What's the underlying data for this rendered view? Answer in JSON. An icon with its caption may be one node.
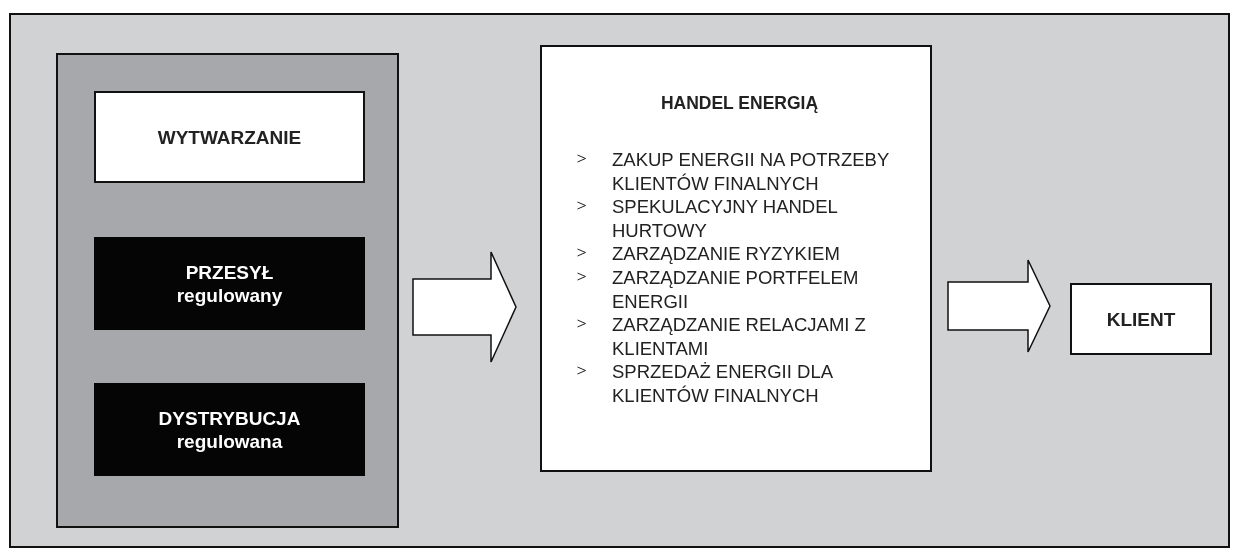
{
  "diagram": {
    "nodes": [
      {
        "text": [],
        "shape": "box"
      },
      {
        "text": [],
        "shape": "box",
        "in": 0
      },
      {
        "text": [
          "WYTWARZANIE"
        ],
        "in": 1
      },
      {
        "text": [
          "PRZESYŁ",
          "regulowany"
        ],
        "in": 1
      },
      {
        "text": [
          "DYSTRYBUCJA",
          "regulowana"
        ],
        "in": 1
      },
      {
        "text": [
          "HANDEL ENERGIĄ",
          "ZAKUP ENERGII NA POTRZEBY KLIENTÓW FINALNYCH",
          "SPEKULACYJNY HANDEL HURTOWY",
          "ZARZĄDZANIE RYZYKIEM",
          "ZARZĄDZANIE PORTFELEM ENERGII",
          "ZARZĄDZANIE RELACJAMI Z KLIENTAMI",
          "SPRZEDAŻ ENERGII DLA KLIENTÓW FINALNYCH"
        ],
        "in": 0
      },
      {
        "text": [
          "KLIENT"
        ],
        "in": 0
      }
    ],
    "edges": [
      {
        "from": 1,
        "to": 5,
        "arrow": "to"
      },
      {
        "from": 5,
        "to": 6,
        "arrow": "to"
      }
    ]
  }
}
